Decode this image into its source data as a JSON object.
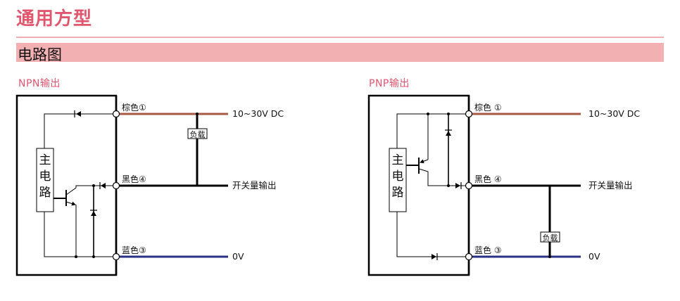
{
  "page": {
    "title": "通用方型",
    "section_heading": "电路图"
  },
  "colors": {
    "accent_title": "#e0566e",
    "section_bg": "#f2b0b2",
    "brown_wire": "#a65a45",
    "blue_wire": "#2a2f86",
    "black_wire": "#000000"
  },
  "npn": {
    "title": "NPN输出",
    "main_circuit_label": [
      "主",
      "电",
      "路"
    ],
    "wire_labels": {
      "brown": "棕色①",
      "black": "黑色④",
      "blue": "蓝色③"
    },
    "terminals": {
      "supply": "10~30V DC",
      "output": "开关量输出",
      "ground": "0V"
    },
    "load_label": "负载",
    "load_connection": "between supply and output"
  },
  "pnp": {
    "title": "PNP输出",
    "main_circuit_label": [
      "主",
      "电",
      "路"
    ],
    "wire_labels": {
      "brown": "棕色 ①",
      "black": "黑色 ④",
      "blue": "蓝色 ③"
    },
    "terminals": {
      "supply": "10~30V DC",
      "output": "开关量输出",
      "ground": "0V"
    },
    "load_label": "负载",
    "load_connection": "between output and ground"
  }
}
